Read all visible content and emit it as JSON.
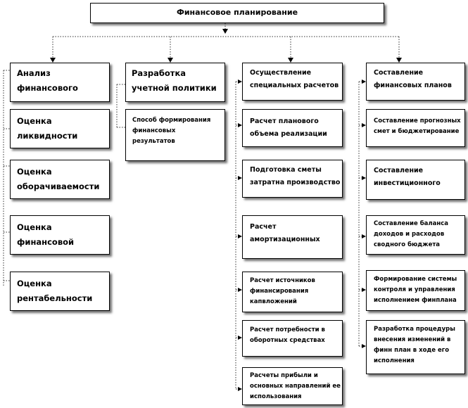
{
  "root": {
    "label": "Финансовое планирование"
  },
  "columns": [
    {
      "header": "Анализ\nфинансового",
      "items": [
        "Оценка\nликвидности",
        "Оценка\nоборачиваемости",
        "Оценка\nфинансовой",
        "Оценка\nрентабельности"
      ]
    },
    {
      "header": "Разработка\nучетной политики",
      "items": [
        "Способ формирования\nфинансовых\nрезультатов"
      ]
    },
    {
      "header": "Осуществление\nспециальных расчетов",
      "items": [
        "Расчет планового\nобъема реализации",
        "Подготовка сметы\nзатратна производство",
        "Расчет\nамортизационных",
        "Расчет источников\nфинансирования\nкапвложений",
        "Расчет потребности в\nоборотных средствах",
        "Расчеты прибыли и\nосновных направлений ее\nиспользования"
      ]
    },
    {
      "header": "Составление\nфинансовых планов",
      "items": [
        "Составление прогнозных\nсмет и бюджетирование",
        "Составление\nинвестиционного",
        "Составление баланса\nдоходов и расходов\nсводного бюджета",
        "Формирование системы\nконтроля и управления\nисполнением финплана",
        "Разработка процедуры\nвнесения изменений в\nфинн план в ходе его\nисполнения"
      ]
    }
  ]
}
